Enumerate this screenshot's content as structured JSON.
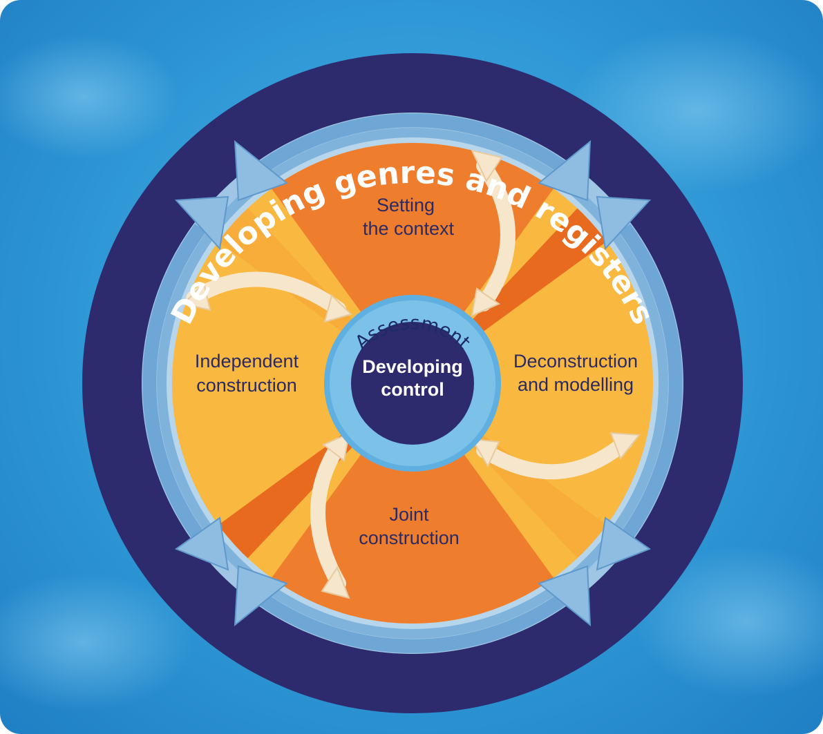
{
  "diagram": {
    "outer_ring_label": "Developing genres and registers",
    "center": {
      "ring_label": "Assessment",
      "line1": "Developing",
      "line2": "control"
    },
    "stages": {
      "top": {
        "line1": "Setting",
        "line2": "the context"
      },
      "right": {
        "line1": "Deconstruction",
        "line2": "and modelling"
      },
      "bottom": {
        "line1": "Joint",
        "line2": "construction"
      },
      "left": {
        "line1": "Independent",
        "line2": "construction"
      }
    },
    "colors": {
      "background": "#2f98d6",
      "outer_ring": "#2e2a6e",
      "light_ring": "#9fc6e4",
      "orange": "#ef7d2e",
      "yellow": "#f9b840",
      "assessment_ring": "#5fb0e0",
      "center": "#2e2a6e",
      "cycle_arrow": "#f6e6cc"
    }
  }
}
